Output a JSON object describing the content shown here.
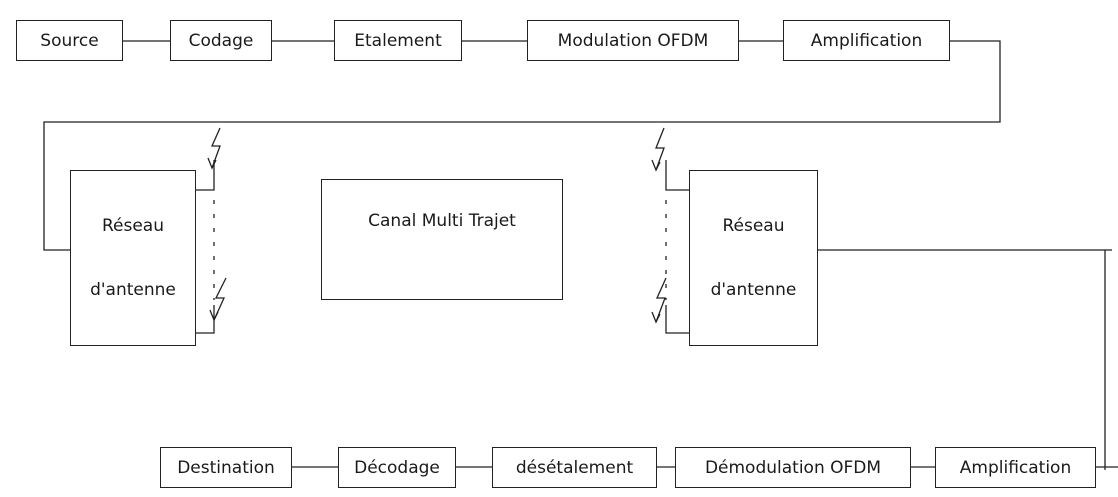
{
  "transmitter": {
    "source": "Source",
    "codage": "Codage",
    "etalement": "Etalement",
    "modulation": "Modulation OFDM",
    "amplification": "Amplification"
  },
  "tx_antenna": {
    "line1": "Réseau",
    "line2": "d'antenne"
  },
  "channel": {
    "label": "Canal Multi Trajet"
  },
  "rx_antenna": {
    "line1": "Réseau",
    "line2": "d'antenne"
  },
  "receiver": {
    "destination": "Destination",
    "decodage": "Décodage",
    "desetalement": "désétalement",
    "demodulation": "Démodulation OFDM",
    "amplification": "Amplification"
  }
}
